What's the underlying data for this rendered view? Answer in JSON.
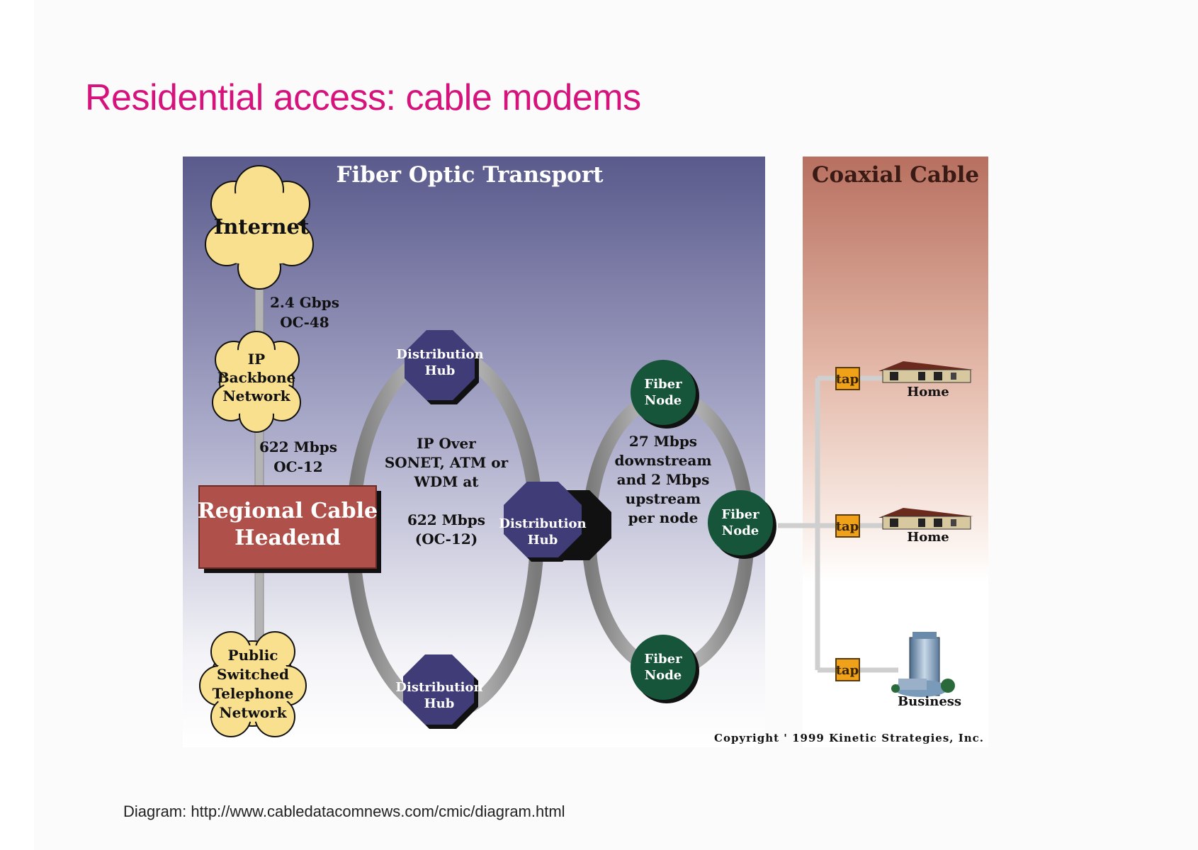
{
  "slide": {
    "title": "Residential access: cable modems",
    "caption": "Diagram: http://www.cabledatacomnews.com/cmic/diagram.html"
  },
  "diagram": {
    "sections": {
      "fiber": "Fiber Optic Transport",
      "coax": "Coaxial Cable"
    },
    "clouds": {
      "internet": [
        "Internet"
      ],
      "ip_backbone": [
        "IP",
        "Backbone",
        "Network"
      ],
      "pstn": [
        "Public",
        "Switched",
        "Telephone",
        "Network"
      ]
    },
    "links": {
      "internet_backbone": [
        "2.4 Gbps",
        "OC-48"
      ],
      "backbone_headend": [
        "622 Mbps",
        "OC-12"
      ]
    },
    "headend": [
      "Regional Cable",
      "Headend"
    ],
    "hub_label": [
      "Distribution",
      "Hub"
    ],
    "node_label": [
      "Fiber",
      "Node"
    ],
    "ring1_text": [
      "IP Over",
      "SONET, ATM or",
      "WDM at",
      "",
      "622 Mbps",
      "(OC-12)"
    ],
    "ring2_text": [
      "27 Mbps",
      "downstream",
      "and 2 Mbps",
      "upstream",
      "per node"
    ],
    "tap_label": "tap",
    "endpoints": {
      "home": "Home",
      "business": "Business"
    },
    "copyright": "Copyright ' 1999 Kinetic Strategies, Inc."
  },
  "colors": {
    "title": "#d6127c",
    "cloud": "#f9e08e",
    "headend": "#b0504a",
    "hub": "#3f3c78",
    "node": "#16553a",
    "tap": "#f0a11a",
    "fiber_top": "#5a5a8c",
    "coax_top": "#b87060"
  }
}
